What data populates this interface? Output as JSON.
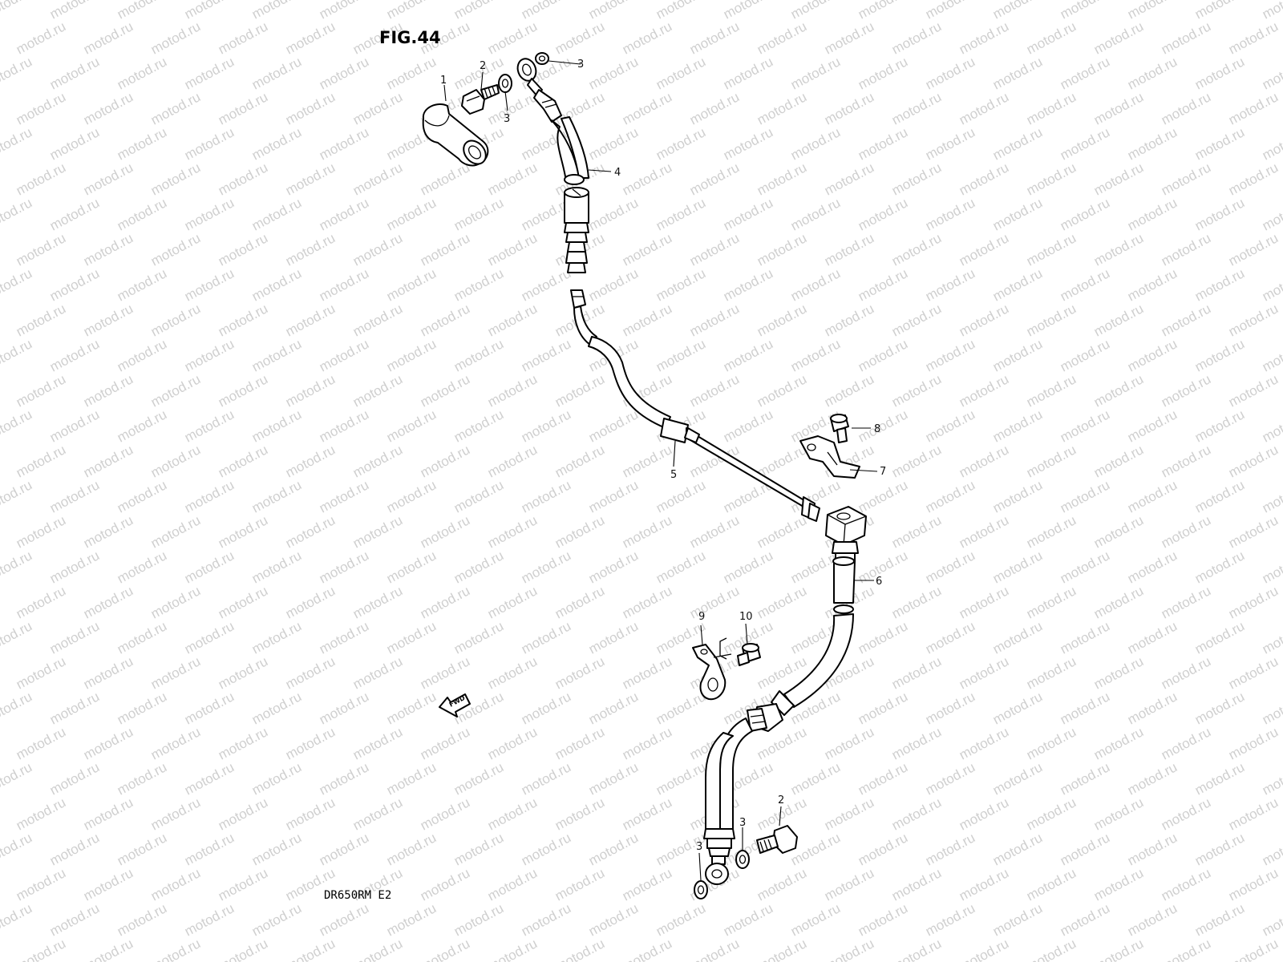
{
  "figure": {
    "title": "FIG.44",
    "model": "DR650RM  E2"
  },
  "fwd_label": "FWD",
  "watermark_text": "motod.ru",
  "callouts": [
    {
      "id": "c1",
      "label": "1"
    },
    {
      "id": "c2a",
      "label": "2"
    },
    {
      "id": "c3a",
      "label": "3"
    },
    {
      "id": "c3b",
      "label": "3"
    },
    {
      "id": "c4",
      "label": "4"
    },
    {
      "id": "c5",
      "label": "5"
    },
    {
      "id": "c6",
      "label": "6"
    },
    {
      "id": "c7",
      "label": "7"
    },
    {
      "id": "c8",
      "label": "8"
    },
    {
      "id": "c9",
      "label": "9"
    },
    {
      "id": "c10",
      "label": "10"
    },
    {
      "id": "c2b",
      "label": "2"
    },
    {
      "id": "c3c",
      "label": "3"
    },
    {
      "id": "c3d",
      "label": "3"
    }
  ]
}
